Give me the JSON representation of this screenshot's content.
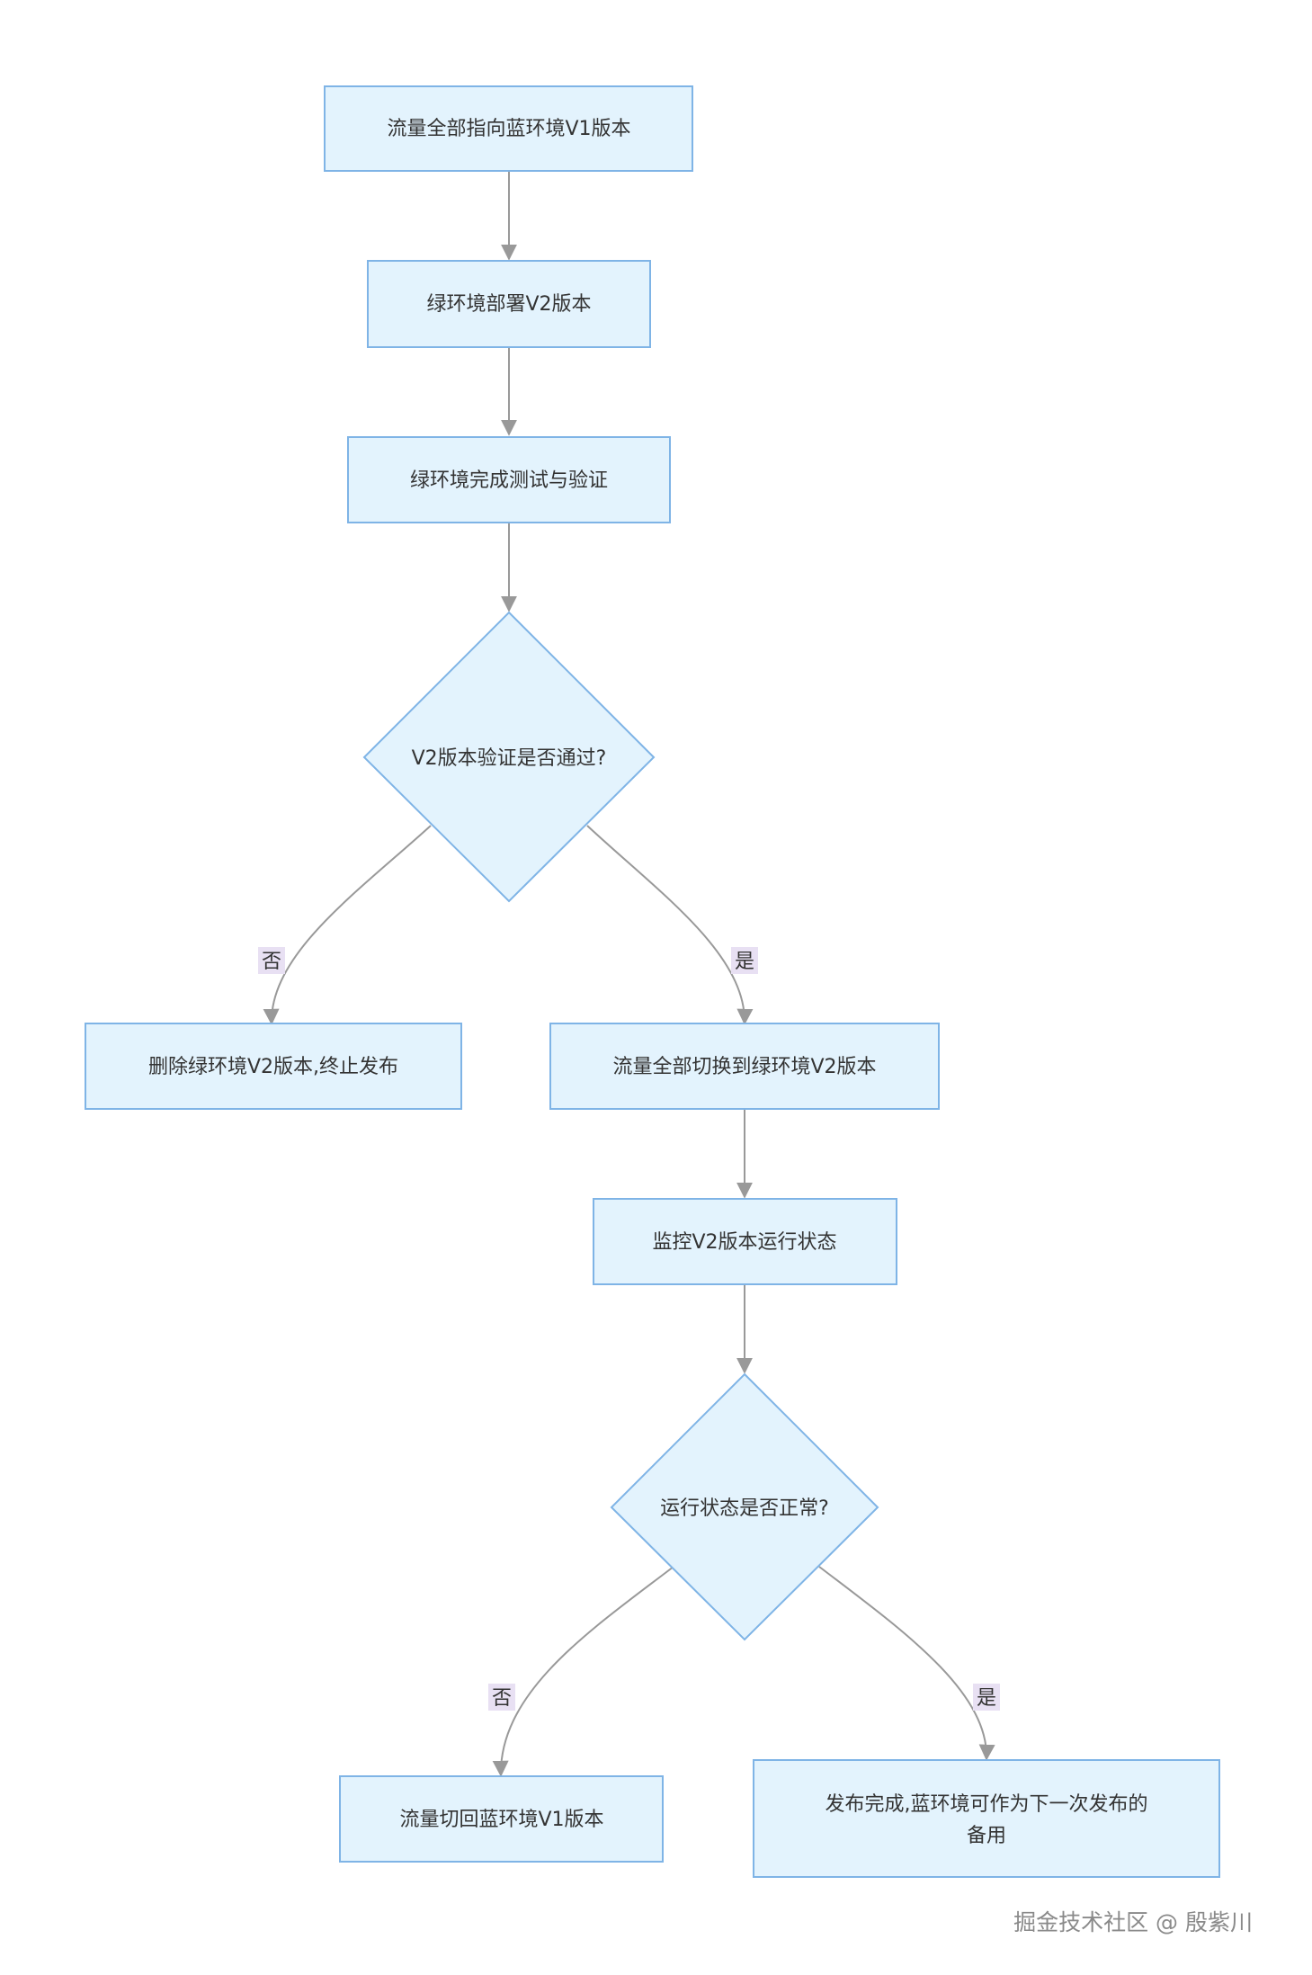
{
  "diagram": {
    "type": "flowchart",
    "nodes": {
      "n1": "流量全部指向蓝环境V1版本",
      "n2": "绿环境部署V2版本",
      "n3": "绿环境完成测试与验证",
      "d1": "V2版本验证是否通过?",
      "n4": "删除绿环境V2版本,终止发布",
      "n5": "流量全部切换到绿环境V2版本",
      "n6": "监控V2版本运行状态",
      "d2": "运行状态是否正常?",
      "n7": "流量切回蓝环境V1版本",
      "n8_line1": "发布完成,蓝环境可作为下一次发布的",
      "n8_line2": "备用"
    },
    "edge_labels": {
      "d1_no": "否",
      "d1_yes": "是",
      "d2_no": "否",
      "d2_yes": "是"
    },
    "colors": {
      "node_fill": "#e3f3fd",
      "node_stroke": "#7fb4e6",
      "edge": "#999999",
      "label_bg": "#e8e0f3"
    }
  },
  "watermark": "掘金技术社区 @ 殷紫川"
}
